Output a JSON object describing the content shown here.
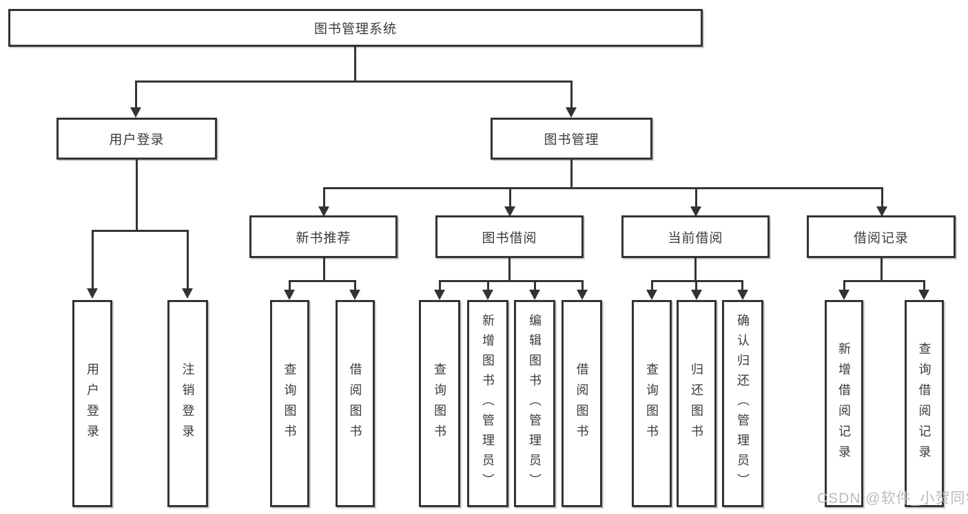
{
  "page": {
    "background_color": "#ffffff",
    "line_color": "#333333",
    "text_color": "#3a3a3a"
  },
  "watermark": {
    "text": "CSDN @软件_小贺同学",
    "color": "#b6bcc2"
  },
  "tree": {
    "root": {
      "label": "图书管理系统",
      "children": [
        {
          "label": "用户登录",
          "children": [
            {
              "label": "用户登录"
            },
            {
              "label": "注销登录"
            }
          ]
        },
        {
          "label": "图书管理",
          "children": [
            {
              "label": "新书推荐",
              "children": [
                {
                  "label": "查询图书"
                },
                {
                  "label": "借阅图书"
                }
              ]
            },
            {
              "label": "图书借阅",
              "children": [
                {
                  "label": "查询图书"
                },
                {
                  "label": "新增图书（管理员）"
                },
                {
                  "label": "编辑图书（管理员）"
                },
                {
                  "label": "借阅图书"
                }
              ]
            },
            {
              "label": "当前借阅",
              "children": [
                {
                  "label": "查询图书"
                },
                {
                  "label": "归还图书"
                },
                {
                  "label": "确认归还（管理员）"
                }
              ]
            },
            {
              "label": "借阅记录",
              "children": [
                {
                  "label": "新增借阅记录"
                },
                {
                  "label": "查询借阅记录"
                }
              ]
            }
          ]
        }
      ]
    }
  }
}
